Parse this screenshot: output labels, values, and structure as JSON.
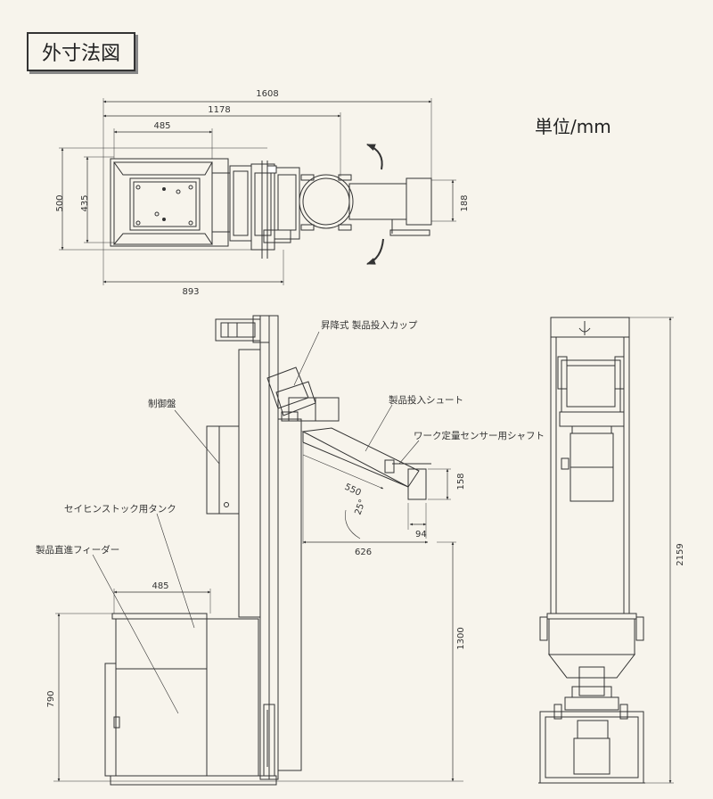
{
  "title": "外寸法図",
  "unit_label": "単位/mm",
  "top_view": {
    "dims": {
      "overall_width": "1608",
      "width_1178": "1178",
      "hopper_width": "485",
      "height_500": "500",
      "height_435": "435",
      "chute_188": "188",
      "base_893": "893"
    }
  },
  "side_view": {
    "labels": {
      "cup": "昇降式 製品投入カップ",
      "panel": "制御盤",
      "chute": "製品投入シュート",
      "shaft": "ワーク定量センサー用シャフト",
      "tank": "セイヒンストック用タンク",
      "feeder": "製品直進フィーダー"
    },
    "dims": {
      "chute_len": "550",
      "angle": "25°",
      "chute_158": "158",
      "chute_94": "94",
      "reach_626": "626",
      "tank_485": "485",
      "height_1300": "1300",
      "height_790": "790"
    }
  },
  "front_view": {
    "dims": {
      "total_height": "2159"
    }
  }
}
